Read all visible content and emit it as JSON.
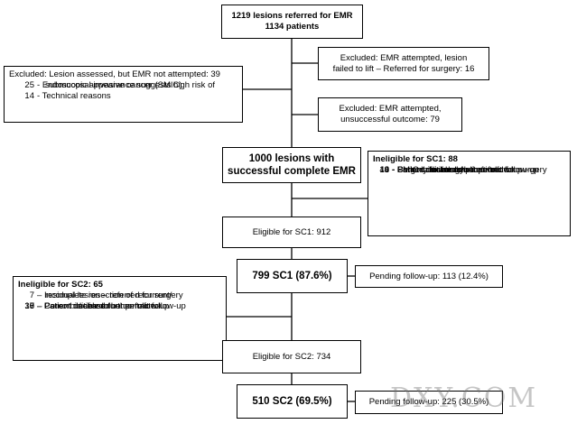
{
  "nodes": {
    "referred": {
      "line1": "1219 lesions referred for EMR",
      "line2": "1134 patients"
    },
    "excl_not_attempted": {
      "head": "Excluded: Lesion assessed, but EMR not attempted: 39",
      "items": [
        {
          "n": "25",
          "d": "Endoscopic appearance suggests high risk of",
          "cont": "submucosal invasive cancer (SMIC)"
        },
        {
          "n": "14",
          "d": "Technical reasons"
        }
      ]
    },
    "excl_failed_lift": {
      "line1": "Excluded: EMR attempted, lesion",
      "line2": "failed to lift – Referred for surgery: 16"
    },
    "excl_unsuccessful": {
      "line1": "Excluded: EMR attempted,",
      "line2": "unsuccessful outcome: 79"
    },
    "successful": {
      "line1": "1000 lesions with",
      "line2": "successful complete EMR"
    },
    "inelig_sc1": {
      "head": "Ineligible for SC1: 88",
      "items": [
        {
          "n": "43",
          "d": "SMIC in histology – referred for surgery"
        },
        {
          "n": "4",
          "d": "Surgery for a complication"
        },
        {
          "n": "13",
          "d": "Comorbidities do not permit follow-up"
        },
        {
          "n": "9",
          "d": "Patient declined further follow-up"
        },
        {
          "n": "10",
          "d": "Patient deceased"
        },
        {
          "n": "9",
          "d": "Patient unable to be contacted"
        }
      ]
    },
    "elig_sc1": {
      "label": "Eligible for SC1: 912"
    },
    "sc1": {
      "label": "799 SC1 (87.6%)"
    },
    "pending_sc1": {
      "label": "Pending follow-up: 113 (12.4%)"
    },
    "inelig_sc2": {
      "head": "Ineligible for SC2: 65",
      "items": [
        {
          "n": "7",
          "d": "Incomplete resection of recurrent/",
          "cont": "residual lesion – referred for surgery"
        },
        {
          "n": "37",
          "d": "Comorbidities do not permit follow-up"
        },
        {
          "n": "6",
          "d": "Patient declined further follow-up"
        },
        {
          "n": "5",
          "d": "Patient deceased"
        },
        {
          "n": "10",
          "d": "Patient unable to be contacted"
        }
      ]
    },
    "elig_sc2": {
      "label": "Eligible for SC2: 734"
    },
    "sc2": {
      "label": "510 SC2 (69.5%)"
    },
    "pending_sc2": {
      "label": "Pending follow-up: 225 (30.5%)"
    }
  },
  "watermark": "DXY.COM"
}
